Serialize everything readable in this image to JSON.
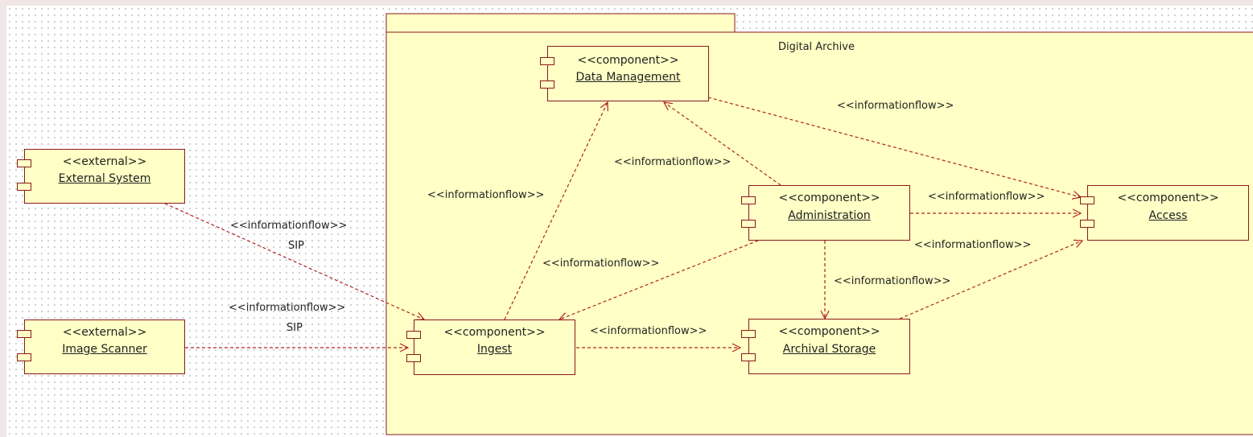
{
  "package": {
    "title": "Digital Archive"
  },
  "components": {
    "data_management": {
      "stereotype": "<<component>>",
      "name": "Data Management"
    },
    "administration": {
      "stereotype": "<<component>>",
      "name": "Administration"
    },
    "access": {
      "stereotype": "<<component>>",
      "name": "Access"
    },
    "ingest": {
      "stereotype": "<<component>>",
      "name": "Ingest"
    },
    "archival_storage": {
      "stereotype": "<<component>>",
      "name": "Archival Storage"
    },
    "external_system": {
      "stereotype": "<<external>>",
      "name": "External System"
    },
    "image_scanner": {
      "stereotype": "<<external>>",
      "name": "Image Scanner"
    }
  },
  "flows": {
    "ext_to_ingest": {
      "stereotype": "<<informationflow>>",
      "conveyed": "SIP"
    },
    "scanner_to_ingest": {
      "stereotype": "<<informationflow>>",
      "conveyed": "SIP"
    },
    "ingest_to_datamgmt": {
      "stereotype": "<<informationflow>>"
    },
    "admin_to_datamgmt": {
      "stereotype": "<<informationflow>>"
    },
    "datamgmt_to_access": {
      "stereotype": "<<informationflow>>"
    },
    "admin_to_access": {
      "stereotype": "<<informationflow>>"
    },
    "admin_to_ingest": {
      "stereotype": "<<informationflow>>"
    },
    "admin_to_storage": {
      "stereotype": "<<informationflow>>"
    },
    "storage_to_access": {
      "stereotype": "<<informationflow>>"
    },
    "ingest_to_storage": {
      "stereotype": "<<informationflow>>"
    }
  },
  "colors": {
    "component_fill": "#ffffc6",
    "component_border": "#8b1a1a",
    "flow_line": "#b22222",
    "package_fill": "#ffffc6"
  }
}
